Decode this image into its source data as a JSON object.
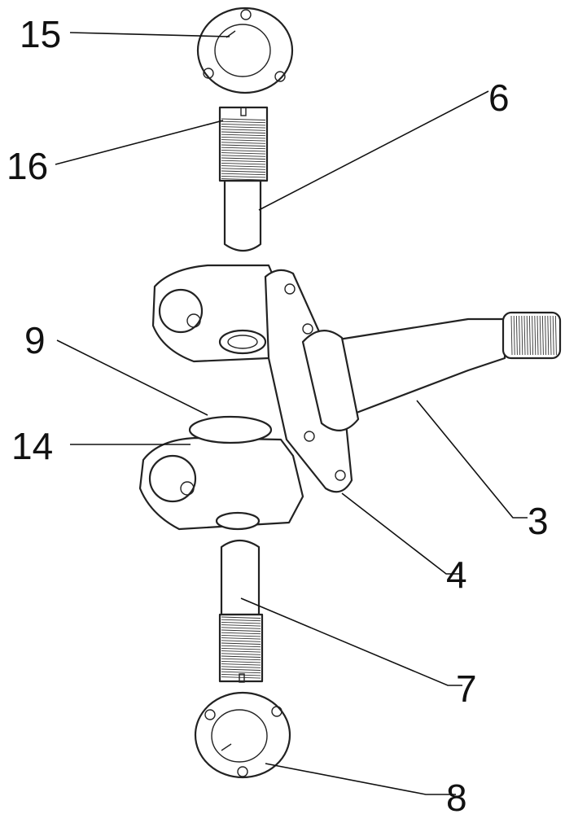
{
  "callouts": [
    {
      "id": "c15",
      "text": "15"
    },
    {
      "id": "c16",
      "text": "16"
    },
    {
      "id": "c6",
      "text": "6"
    },
    {
      "id": "c9",
      "text": "9"
    },
    {
      "id": "c14",
      "text": "14"
    },
    {
      "id": "c3",
      "text": "3"
    },
    {
      "id": "c4",
      "text": "4"
    },
    {
      "id": "c7",
      "text": "7"
    },
    {
      "id": "c8",
      "text": "8"
    }
  ]
}
